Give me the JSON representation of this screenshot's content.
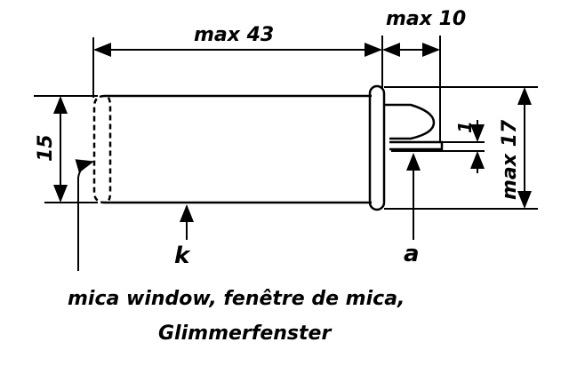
{
  "dimensions": {
    "overall_length": "max 43",
    "pin_length": "max 10",
    "body_diameter": "15",
    "pin_offset": "1",
    "flange_diameter": "max 17"
  },
  "labels": {
    "cathode": "k",
    "anode": "a"
  },
  "caption": {
    "line1": "mica window, fenêtre de mica,",
    "line2": "Glimmerfenster"
  }
}
